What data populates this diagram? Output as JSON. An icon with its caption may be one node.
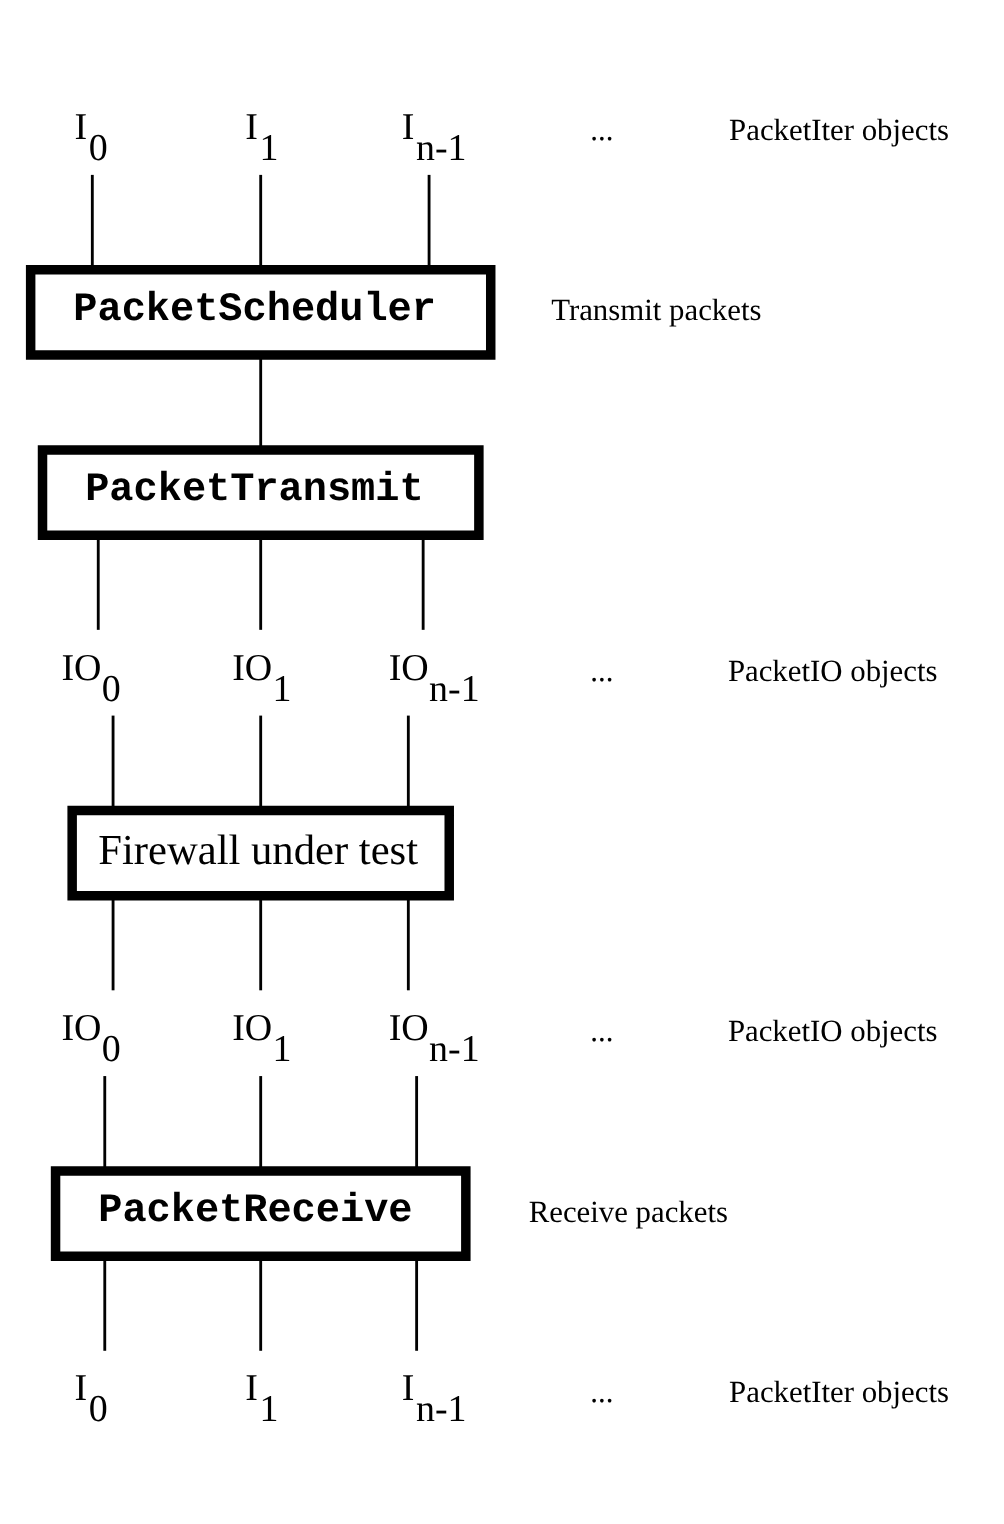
{
  "diagram": {
    "nodes": [
      {
        "text": [
          "I$_{0}$"
        ]
      },
      {
        "text": [
          "I$_{1}$"
        ]
      },
      {
        "text": [
          "I$_{n-1}$"
        ]
      },
      {
        "text": [
          "PacketScheduler"
        ]
      },
      {
        "text": [
          "PacketTransmit"
        ]
      },
      {
        "text": [
          "IO$_{0}$"
        ]
      },
      {
        "text": [
          "IO$_{1}$"
        ]
      },
      {
        "text": [
          "IO$_{n-1}$"
        ]
      },
      {
        "text": [
          "Firewall under test"
        ]
      },
      {
        "text": [
          "IO$_{0}$"
        ]
      },
      {
        "text": [
          "IO$_{1}$"
        ]
      },
      {
        "text": [
          "IO$_{n-1}$"
        ]
      },
      {
        "text": [
          "PacketReceive"
        ]
      },
      {
        "text": [
          "I$_{0}$"
        ]
      },
      {
        "text": [
          "I$_{1}$"
        ]
      },
      {
        "text": [
          "I$_{n-1}$"
        ]
      }
    ],
    "edges": [
      {
        "from": 0,
        "to": 3,
        "arrow": "none"
      },
      {
        "from": 1,
        "to": 3,
        "arrow": "none"
      },
      {
        "from": 2,
        "to": 3,
        "arrow": "none"
      },
      {
        "from": 3,
        "to": 4,
        "arrow": "none"
      },
      {
        "from": 4,
        "to": 5,
        "arrow": "none"
      },
      {
        "from": 4,
        "to": 6,
        "arrow": "none"
      },
      {
        "from": 4,
        "to": 7,
        "arrow": "none"
      },
      {
        "from": 5,
        "to": 8,
        "arrow": "none"
      },
      {
        "from": 6,
        "to": 8,
        "arrow": "none"
      },
      {
        "from": 7,
        "to": 8,
        "arrow": "none"
      },
      {
        "from": 8,
        "to": 9,
        "arrow": "none"
      },
      {
        "from": 8,
        "to": 10,
        "arrow": "none"
      },
      {
        "from": 8,
        "to": 11,
        "arrow": "none"
      },
      {
        "from": 9,
        "to": 12,
        "arrow": "none"
      },
      {
        "from": 10,
        "to": 12,
        "arrow": "none"
      },
      {
        "from": 11,
        "to": 12,
        "arrow": "none"
      },
      {
        "from": 12,
        "to": 13,
        "arrow": "none"
      },
      {
        "from": 12,
        "to": 14,
        "arrow": "none"
      },
      {
        "from": 12,
        "to": 15,
        "arrow": "none"
      }
    ],
    "labels": [
      "...",
      "PacketIter objects",
      "Transmit packets",
      "...",
      "PacketIO objects",
      "...",
      "PacketIO objects",
      "Receive packets",
      "...",
      "PacketIter objects"
    ]
  }
}
